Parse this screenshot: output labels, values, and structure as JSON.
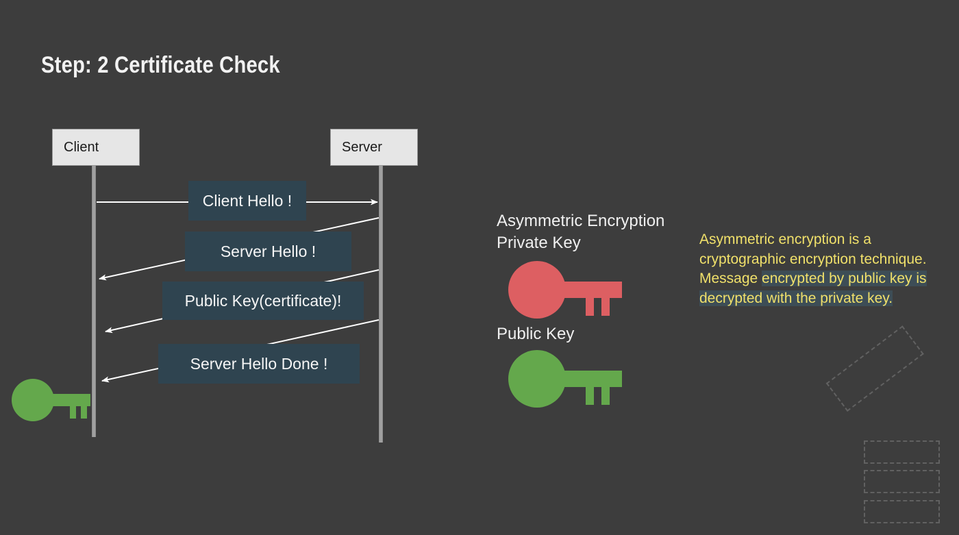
{
  "slide": {
    "title": "Step: 2 Certificate Check",
    "background_color": "#3d3d3d"
  },
  "diagram": {
    "actors": [
      {
        "id": "client",
        "label": "Client"
      },
      {
        "id": "server",
        "label": "Server"
      }
    ],
    "messages": [
      {
        "label": "Client Hello !",
        "direction": "client-to-server"
      },
      {
        "label": "Server Hello !",
        "direction": "server-to-client"
      },
      {
        "label": "Public Key(certificate)!",
        "direction": "server-to-client"
      },
      {
        "label": "Server Hello Done !",
        "direction": "server-to-client"
      }
    ],
    "label_background_color": "#2f4450",
    "actor_box_color": "#e6e6e6",
    "lifeline_color": "#a0a0a0"
  },
  "legend": {
    "private_key_caption": "Asymmetric Encryption\nPrivate Key",
    "public_key_caption": "Public Key",
    "private_key_color": "#dd5f62",
    "public_key_color": "#64a84c"
  },
  "info": {
    "line_1": "Asymmetric encryption is a",
    "line_2": "cryptographic encryption technique.",
    "line_3_plain": "Message ",
    "line_3_highlight": "encrypted by public key is",
    "line_4_highlight": "decrypted with the private key.",
    "text_color": "#f0e06a",
    "highlight_color": "#3d4d56"
  },
  "decoration": {
    "stroke_color": "#616161",
    "shape_count": 4
  },
  "client_key": {
    "name": "green-key-at-client",
    "color": "#64a84c"
  }
}
